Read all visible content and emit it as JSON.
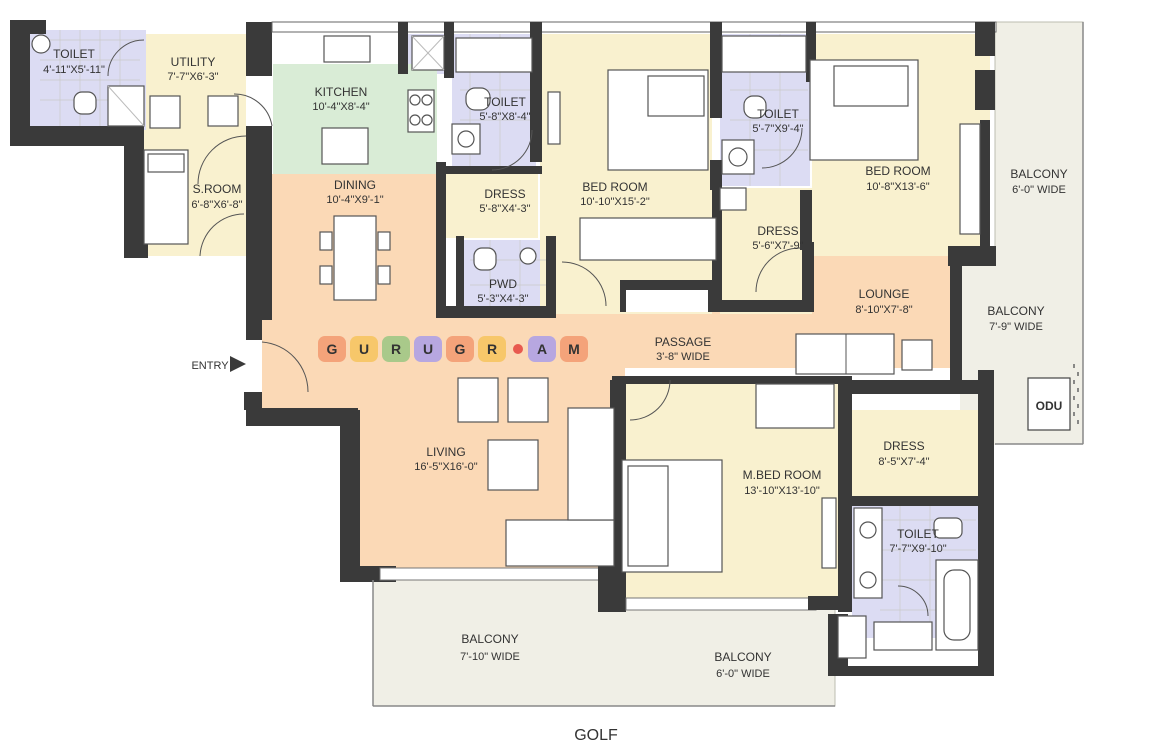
{
  "rooms": {
    "toilet_1": {
      "name": "TOILET",
      "dim": "4'-11\"X5'-11\""
    },
    "utility": {
      "name": "UTILITY",
      "dim": "7'-7\"X6'-3\""
    },
    "kitchen": {
      "name": "KITCHEN",
      "dim": "10'-4\"X8'-4\""
    },
    "toilet_2": {
      "name": "TOILET",
      "dim": "5'-8\"X8'-4\""
    },
    "toilet_3": {
      "name": "TOILET",
      "dim": "5'-7\"X9'-4\""
    },
    "bed_room_1": {
      "name": "BED ROOM",
      "dim": "10'-10\"X15'-2\""
    },
    "bed_room_2": {
      "name": "BED ROOM",
      "dim": "10'-8\"X13'-6\""
    },
    "s_room": {
      "name": "S.ROOM",
      "dim": "6'-8\"X6'-8\""
    },
    "dining": {
      "name": "DINING",
      "dim": "10'-4\"X9'-1\""
    },
    "dress_1": {
      "name": "DRESS",
      "dim": "5'-8\"X4'-3\""
    },
    "dress_2": {
      "name": "DRESS",
      "dim": "5'-6\"X7'-9\""
    },
    "pwd": {
      "name": "PWD",
      "dim": "5'-3\"X4'-3\""
    },
    "lounge": {
      "name": "LOUNGE",
      "dim": "8'-10\"X7'-8\""
    },
    "passage": {
      "name": "PASSAGE",
      "dim": "3'-8\" WIDE"
    },
    "living": {
      "name": "LIVING",
      "dim": "16'-5\"X16'-0\""
    },
    "m_bed_room": {
      "name": "M.BED ROOM",
      "dim": "13'-10\"X13'-10\""
    },
    "dress_3": {
      "name": "DRESS",
      "dim": "8'-5\"X7'-4\""
    },
    "toilet_4": {
      "name": "TOILET",
      "dim": "7'-7\"X9'-10\""
    },
    "balcony_1": {
      "name": "BALCONY",
      "dim": "6'-0\" WIDE"
    },
    "balcony_2": {
      "name": "BALCONY",
      "dim": "7'-9\" WIDE"
    },
    "balcony_3": {
      "name": "BALCONY",
      "dim": "7'-10\" WIDE"
    },
    "balcony_4": {
      "name": "BALCONY",
      "dim": "6'-0\" WIDE"
    }
  },
  "labels": {
    "entry": "ENTRY",
    "odu": "ODU",
    "golf": "GOLF"
  },
  "watermark": {
    "letters": [
      "G",
      "U",
      "R",
      "U",
      "G",
      "R",
      "A",
      "M"
    ],
    "colors": [
      "#f4a37a",
      "#f7c76a",
      "#a9c98a",
      "#b7a7e0",
      "#f4a37a",
      "#f7c76a",
      "#b7a7e0",
      "#f4a37a"
    ],
    "dot_color": "#e85a4f"
  },
  "colors": {
    "living_zone": "#fbd9b6",
    "bedroom_zone": "#f9f1cf",
    "wet_zone": "#dcdcf3",
    "kitchen_zone": "#d9ecd6",
    "balcony_zone": "#f0efe6",
    "wall": "#3a3a3a"
  }
}
